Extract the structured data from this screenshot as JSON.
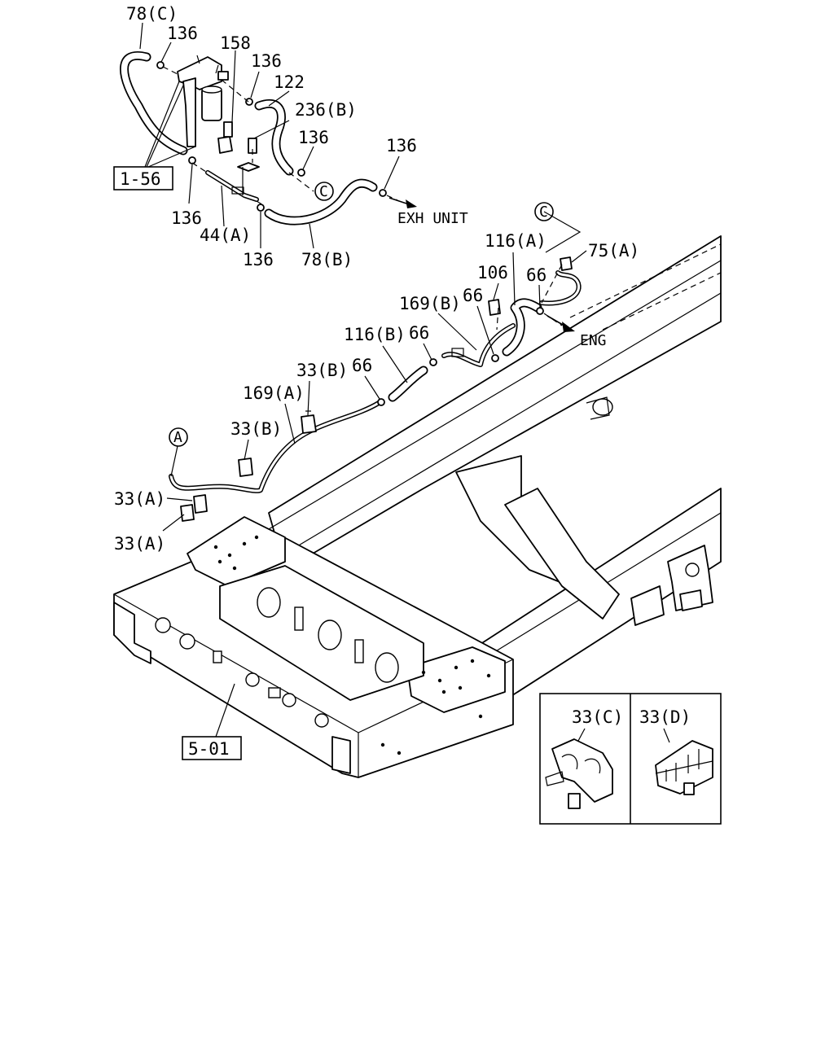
{
  "labels": {
    "l_78c": "78(C)",
    "l_136_a": "136",
    "l_158": "158",
    "l_136_b": "136",
    "l_122": "122",
    "l_236b": "236(B)",
    "l_136_c": "136",
    "l_136_d": "136",
    "l_136_e": "136",
    "l_44a": "44(A)",
    "l_136_f": "136",
    "l_78b": "78(B)",
    "l_116a": "116(A)",
    "l_75a": "75(A)",
    "l_106": "106",
    "l_66_a": "66",
    "l_66_b": "66",
    "l_169b": "169(B)",
    "l_116b": "116(B)",
    "l_66_c": "66",
    "l_33b_a": "33(B)",
    "l_66_d": "66",
    "l_169a": "169(A)",
    "l_33b_b": "33(B)",
    "l_33a_a": "33(A)",
    "l_33a_b": "33(A)",
    "l_33c": "33(C)",
    "l_33d": "33(D)"
  },
  "refs": {
    "ref_1_56": "1-56",
    "ref_5_01": "5-01"
  },
  "callouts": {
    "c_circle_1": "C",
    "c_circle_2": "C",
    "a_circle": "A"
  },
  "directions": {
    "exh_unit": "EXH UNIT",
    "eng": "ENG"
  }
}
